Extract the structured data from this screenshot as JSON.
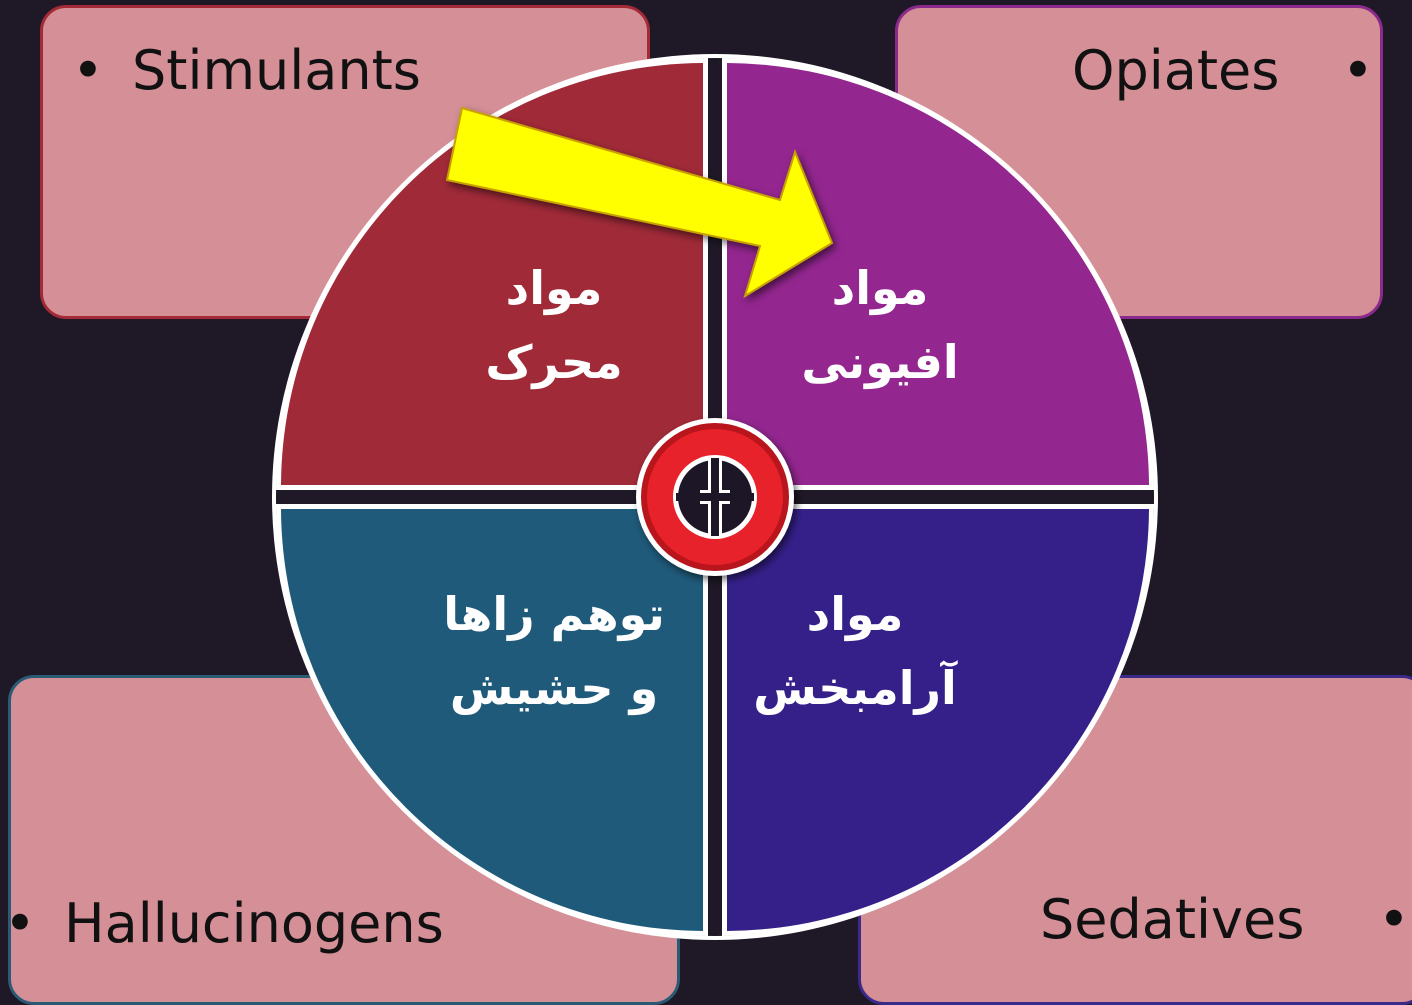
{
  "cards": {
    "top_left": "Stimulants",
    "top_right": "Opiates",
    "bottom_left": "Hallucinogens",
    "bottom_right": "Sedatives",
    "bullet": "•"
  },
  "quadrants": {
    "top_left": {
      "line1": "مواد",
      "line2": "محرک"
    },
    "top_right": {
      "line1": "مواد",
      "line2": "افیونی"
    },
    "bottom_left": {
      "line1": "توهم زاها",
      "line2": "و حشیش"
    },
    "bottom_right": {
      "line1": "مواد",
      "line2": "آرامبخش"
    }
  },
  "colors": {
    "background": "#1f1826",
    "card_fill": "#d48f97",
    "stimulants": "#a02a38",
    "opiates": "#93268f",
    "hallucinogens": "#1f5a7a",
    "sedatives": "#35208a",
    "arrow": "#ffff00",
    "center_ring": "#e8202a"
  },
  "icons": {
    "arrow": "yellow-arrow-icon",
    "center": "red-ring-icon"
  }
}
